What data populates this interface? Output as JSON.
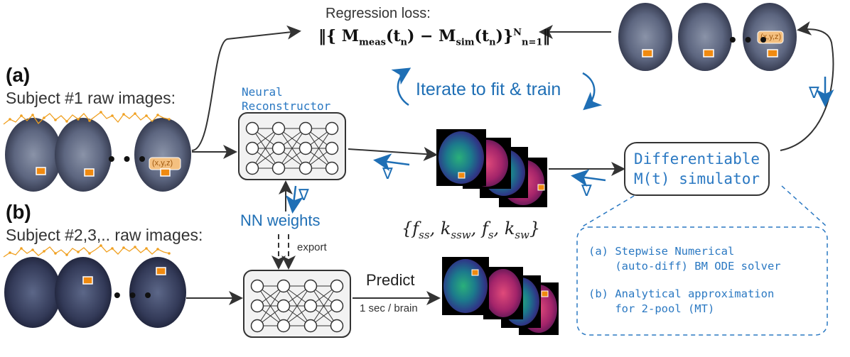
{
  "panel_a": {
    "label": "(a)",
    "subject_label": "Subject #1 raw images:",
    "coord_tag": "(x,y,z)"
  },
  "panel_b": {
    "label": "(b)",
    "subject_label": "Subject #2,3,.. raw images:"
  },
  "loss": {
    "title": "Regression loss:",
    "formula_core": "‖{ M",
    "m_meas_sub": "meas",
    "t_n": "(t",
    "n_sub": "n",
    "minus": ") − M",
    "m_sim_sub": "sim",
    "close": ")}",
    "sup_N": "N",
    "sub_n1": "n=1",
    "end": "‖",
    "coord_tag": "(x,y,z)"
  },
  "iterate_label": "Iterate to fit & train",
  "neural_reconstructor": {
    "line1": "Neural",
    "line2": "Reconstructor"
  },
  "simulator": {
    "line1": "Differentiable",
    "line2": "M(t) simulator"
  },
  "gradient_symbol": "∇",
  "nn_weights_label": "NN weights",
  "export_label": "export",
  "params": {
    "open": "{",
    "f": "f",
    "ss": "ss",
    "k": "k",
    "ssw": "ssw",
    "fs_sub": "s",
    "sw": "sw",
    "close": "}",
    "comma": ","
  },
  "predict_label": "Predict",
  "time_label": "1 sec / brain",
  "ellipsis": "• • •",
  "solver_notes": {
    "a_line1": "(a) Stepwise Numerical",
    "a_line2": "    (auto-diff) BM ODE solver",
    "b_line1": "(b) Analytical approximation",
    "b_line2": "    for 2-pool (MT)"
  },
  "colors": {
    "accent_blue": "#1f6fb5",
    "mono_blue": "#2a78c2",
    "signal_orange": "#f0a020",
    "roi_orange": "#f08a10"
  }
}
